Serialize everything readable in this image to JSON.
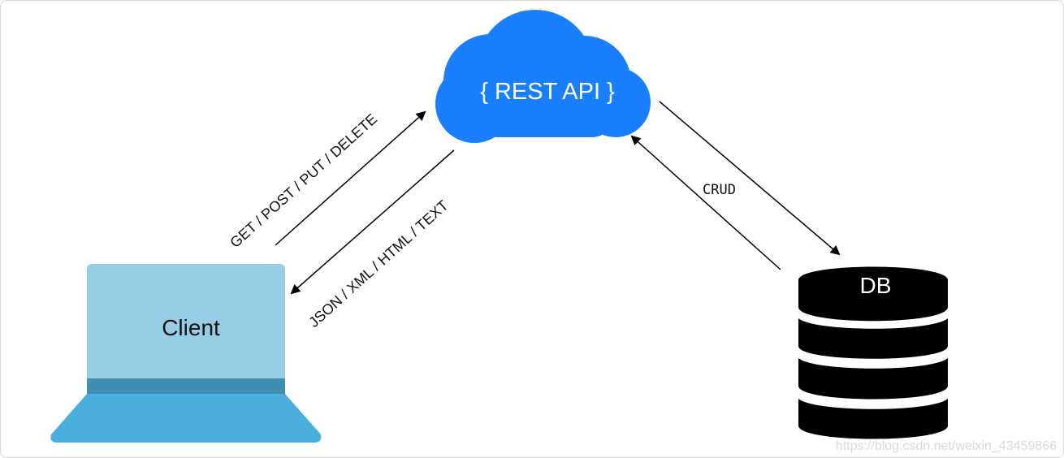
{
  "diagram": {
    "api_label": "{ REST API }",
    "client_label": "Client",
    "db_label": "DB",
    "request_methods": "GET / POST / PUT / DELETE",
    "response_formats": "JSON / XML / HTML / TEXT",
    "crud_label": "CRUD",
    "watermark": "https://blog.csdn.net/weixin_43459866"
  },
  "colors": {
    "cloud": "#1a7fff",
    "laptop_screen": "#98cde6",
    "laptop_hinge": "#3f8fb2",
    "laptop_base": "#4aafdd",
    "db": "#000000",
    "arrow": "#000000",
    "watermark": "#d9d9d9"
  },
  "icons": {
    "cloud": "cloud-icon",
    "laptop": "laptop-icon",
    "database": "database-icon"
  }
}
